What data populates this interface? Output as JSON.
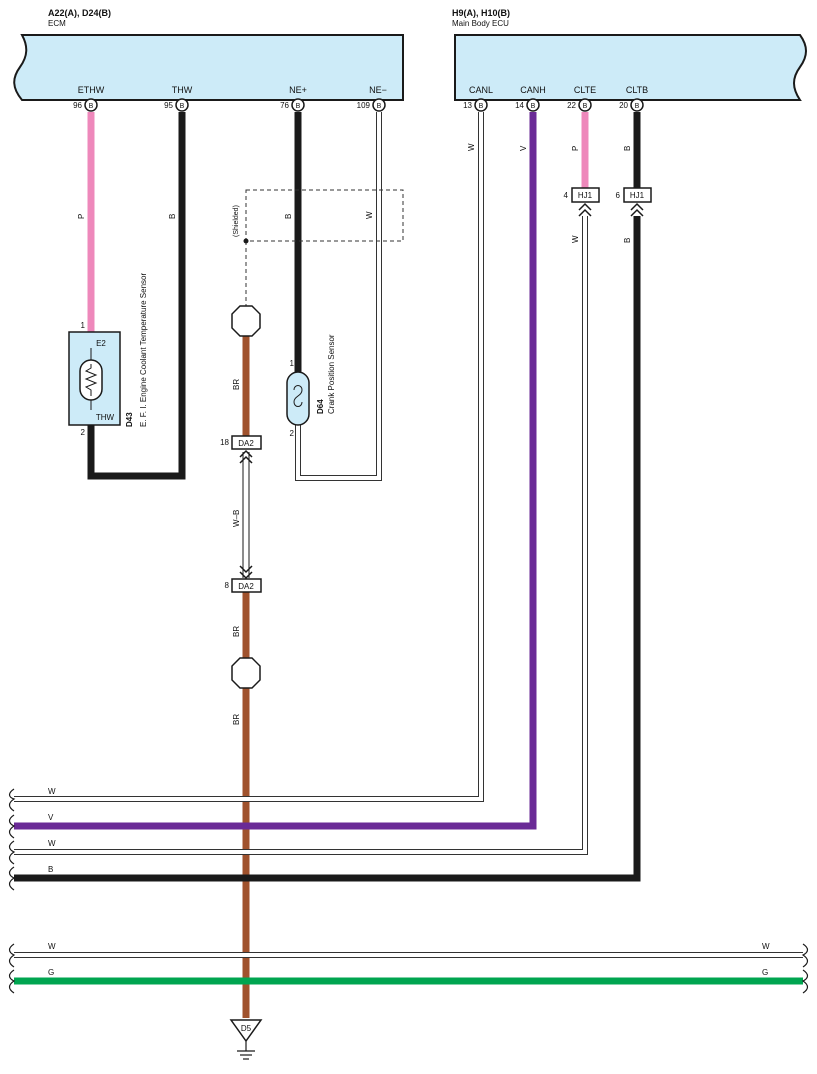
{
  "ecm": {
    "code": "A22(A), D24(B)",
    "name": "ECM",
    "pins": [
      {
        "num": "96",
        "conn": "B",
        "label": "ETHW"
      },
      {
        "num": "95",
        "conn": "B",
        "label": "THW"
      },
      {
        "num": "76",
        "conn": "B",
        "label": "NE+"
      },
      {
        "num": "109",
        "conn": "B",
        "label": "NE−"
      }
    ]
  },
  "body_ecu": {
    "code": "H9(A), H10(B)",
    "name": "Main Body ECU",
    "pins": [
      {
        "num": "13",
        "conn": "B",
        "label": "CANL"
      },
      {
        "num": "14",
        "conn": "B",
        "label": "CANH"
      },
      {
        "num": "22",
        "conn": "B",
        "label": "CLTE"
      },
      {
        "num": "20",
        "conn": "B",
        "label": "CLTB"
      }
    ]
  },
  "wire_colors": {
    "P": "#ee88bb",
    "B": "#1a1a1a",
    "W": "#ffffff",
    "V": "#6a2a96",
    "BR": "#a0522d",
    "G": "#00a550"
  },
  "wire_labels": {
    "ethw": "P",
    "thw": "B",
    "ne_plus": "B",
    "ne_minus": "W",
    "canl": "W",
    "canh": "V",
    "clte": "P",
    "clte_low": "W",
    "cltb": "B",
    "cltb_low": "B",
    "shield_top": "BR",
    "twisted": "W–B",
    "shield_bottom_1": "BR",
    "shield_bottom_2": "BR"
  },
  "shield_label": "(Shielded)",
  "coolant_sensor": {
    "code": "D43",
    "name": "E. F. I.  Engine Coolant Temperature Sensor",
    "pin_top": "1",
    "pin_bottom": "2",
    "term_top": "E2",
    "term_bottom": "THW"
  },
  "crank_sensor": {
    "code": "D64",
    "name": "Crank Position Sensor",
    "pin_top": "1",
    "pin_bottom": "2"
  },
  "connectors": {
    "da2_upper": {
      "label": "DA2",
      "pin": "18"
    },
    "da2_lower": {
      "label": "DA2",
      "pin": "8"
    },
    "hj1_clte": {
      "label": "HJ1",
      "pin": "4"
    },
    "hj1_cltb": {
      "label": "HJ1",
      "pin": "6"
    }
  },
  "bus": {
    "w1": "W",
    "v": "V",
    "w2": "W",
    "b": "B",
    "w3_left": "W",
    "w3_right": "W",
    "g_left": "G",
    "g_right": "G"
  },
  "ground": {
    "label": "D5"
  }
}
